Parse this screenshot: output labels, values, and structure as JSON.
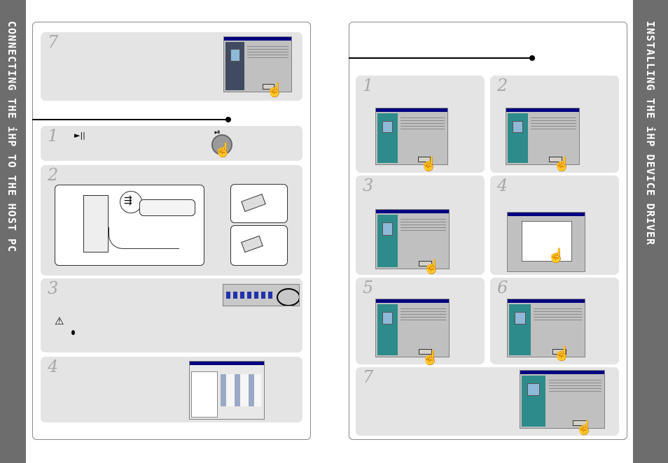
{
  "left_page": {
    "sidebar_title": "CONNECTING THE iHP TO THE HOST PC",
    "steps": [
      {
        "number": "7"
      },
      {
        "number": "1",
        "play_pause_symbol": "►||",
        "hold_symbol": "⏯"
      },
      {
        "number": "2"
      },
      {
        "number": "3"
      },
      {
        "number": "4"
      }
    ]
  },
  "right_page": {
    "sidebar_title": "INSTALLING THE iHP DEVICE DRIVER",
    "steps": [
      {
        "number": "1"
      },
      {
        "number": "2"
      },
      {
        "number": "3"
      },
      {
        "number": "4"
      },
      {
        "number": "5"
      },
      {
        "number": "6"
      },
      {
        "number": "7"
      }
    ]
  },
  "colors": {
    "sidebar": "#6d6d6d",
    "panel": "#e4e4e4",
    "step_number": "#a8a8a8"
  },
  "icons": [
    "pointing-hand-icon",
    "warning-icon",
    "usb-icon",
    "play-pause-icon"
  ]
}
